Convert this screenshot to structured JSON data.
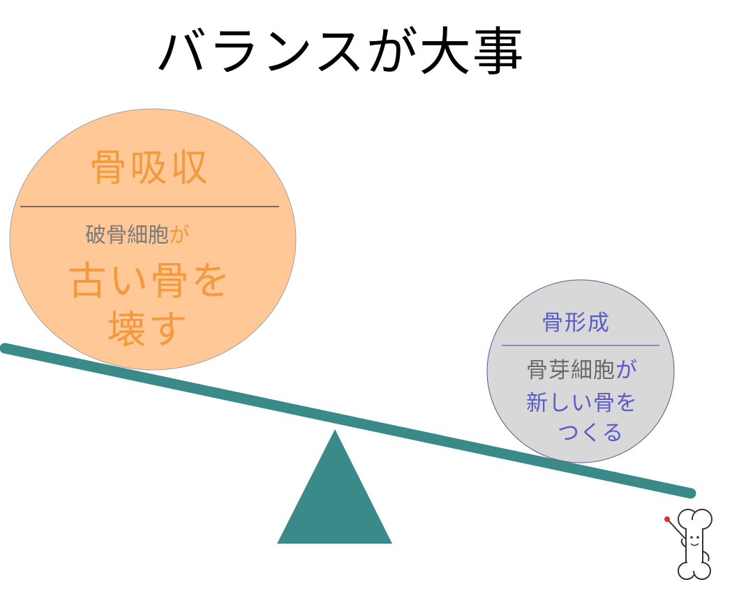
{
  "title": "バランスが大事",
  "resorption": {
    "heading": "骨吸収",
    "cell": "破骨細胞",
    "particle": "が",
    "action_line1": "古い骨を",
    "action_line2": "壊す"
  },
  "formation": {
    "heading": "骨形成",
    "cell": "骨芽細胞",
    "particle": "が",
    "action_line1": "新しい骨を",
    "action_line2": "つくる"
  },
  "colors": {
    "resorption_fill": "#ffc896",
    "resorption_text": "#f39a3e",
    "resorption_cell_text": "#7a7a7a",
    "formation_fill": "#d8d8d8",
    "formation_text": "#5a5ac8",
    "formation_cell_text": "#6a6a6a",
    "seesaw": "#3a8a8a",
    "circle_border": "#555588"
  },
  "icons": [
    "bone-mascot-icon"
  ]
}
